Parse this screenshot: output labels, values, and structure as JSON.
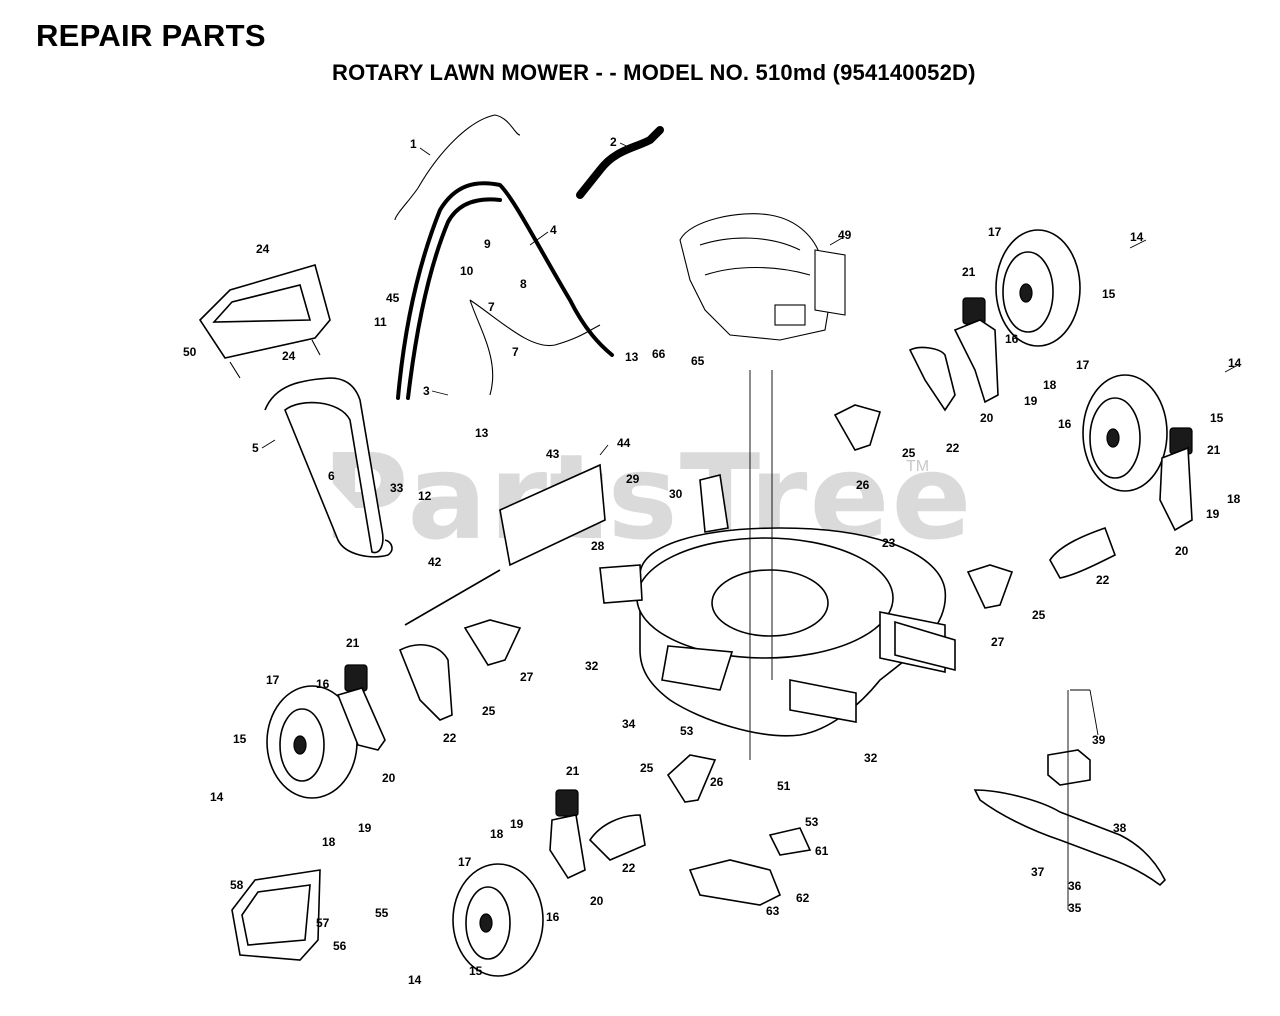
{
  "header": {
    "title": "REPAIR PARTS",
    "subtitle": "ROTARY LAWN MOWER - - MODEL NO. 510md (954140052D)"
  },
  "watermark": {
    "text": "PartsTree",
    "trademark": "TM"
  },
  "callouts": [
    {
      "id": "c1",
      "label": "1"
    },
    {
      "id": "c2",
      "label": "2"
    },
    {
      "id": "c3",
      "label": "3"
    },
    {
      "id": "c4",
      "label": "4"
    },
    {
      "id": "c5",
      "label": "5"
    },
    {
      "id": "c6",
      "label": "6"
    },
    {
      "id": "c7a",
      "label": "7"
    },
    {
      "id": "c7b",
      "label": "7"
    },
    {
      "id": "c8",
      "label": "8"
    },
    {
      "id": "c9",
      "label": "9"
    },
    {
      "id": "c10",
      "label": "10"
    },
    {
      "id": "c11",
      "label": "11"
    },
    {
      "id": "c12",
      "label": "12"
    },
    {
      "id": "c13a",
      "label": "13"
    },
    {
      "id": "c13b",
      "label": "13"
    },
    {
      "id": "c14a",
      "label": "14"
    },
    {
      "id": "c14b",
      "label": "14"
    },
    {
      "id": "c14c",
      "label": "14"
    },
    {
      "id": "c14d",
      "label": "14"
    },
    {
      "id": "c15a",
      "label": "15"
    },
    {
      "id": "c15b",
      "label": "15"
    },
    {
      "id": "c15c",
      "label": "15"
    },
    {
      "id": "c15d",
      "label": "15"
    },
    {
      "id": "c16a",
      "label": "16"
    },
    {
      "id": "c16b",
      "label": "16"
    },
    {
      "id": "c16c",
      "label": "16"
    },
    {
      "id": "c16d",
      "label": "16"
    },
    {
      "id": "c17a",
      "label": "17"
    },
    {
      "id": "c17b",
      "label": "17"
    },
    {
      "id": "c17c",
      "label": "17"
    },
    {
      "id": "c17d",
      "label": "17"
    },
    {
      "id": "c18a",
      "label": "18"
    },
    {
      "id": "c18b",
      "label": "18"
    },
    {
      "id": "c18c",
      "label": "18"
    },
    {
      "id": "c18d",
      "label": "18"
    },
    {
      "id": "c19a",
      "label": "19"
    },
    {
      "id": "c19b",
      "label": "19"
    },
    {
      "id": "c19c",
      "label": "19"
    },
    {
      "id": "c19d",
      "label": "19"
    },
    {
      "id": "c20a",
      "label": "20"
    },
    {
      "id": "c20b",
      "label": "20"
    },
    {
      "id": "c20c",
      "label": "20"
    },
    {
      "id": "c20d",
      "label": "20"
    },
    {
      "id": "c21a",
      "label": "21"
    },
    {
      "id": "c21b",
      "label": "21"
    },
    {
      "id": "c21c",
      "label": "21"
    },
    {
      "id": "c21d",
      "label": "21"
    },
    {
      "id": "c22a",
      "label": "22"
    },
    {
      "id": "c22b",
      "label": "22"
    },
    {
      "id": "c22c",
      "label": "22"
    },
    {
      "id": "c22d",
      "label": "22"
    },
    {
      "id": "c23",
      "label": "23"
    },
    {
      "id": "c24a",
      "label": "24"
    },
    {
      "id": "c24b",
      "label": "24"
    },
    {
      "id": "c25a",
      "label": "25"
    },
    {
      "id": "c25b",
      "label": "25"
    },
    {
      "id": "c25c",
      "label": "25"
    },
    {
      "id": "c25d",
      "label": "25"
    },
    {
      "id": "c26a",
      "label": "26"
    },
    {
      "id": "c26b",
      "label": "26"
    },
    {
      "id": "c27a",
      "label": "27"
    },
    {
      "id": "c27b",
      "label": "27"
    },
    {
      "id": "c28",
      "label": "28"
    },
    {
      "id": "c29",
      "label": "29"
    },
    {
      "id": "c30",
      "label": "30"
    },
    {
      "id": "c32a",
      "label": "32"
    },
    {
      "id": "c32b",
      "label": "32"
    },
    {
      "id": "c33",
      "label": "33"
    },
    {
      "id": "c34",
      "label": "34"
    },
    {
      "id": "c35",
      "label": "35"
    },
    {
      "id": "c36",
      "label": "36"
    },
    {
      "id": "c37",
      "label": "37"
    },
    {
      "id": "c38",
      "label": "38"
    },
    {
      "id": "c39",
      "label": "39"
    },
    {
      "id": "c42",
      "label": "42"
    },
    {
      "id": "c43",
      "label": "43"
    },
    {
      "id": "c44",
      "label": "44"
    },
    {
      "id": "c45",
      "label": "45"
    },
    {
      "id": "c49",
      "label": "49"
    },
    {
      "id": "c50",
      "label": "50"
    },
    {
      "id": "c51",
      "label": "51"
    },
    {
      "id": "c53a",
      "label": "53"
    },
    {
      "id": "c53b",
      "label": "53"
    },
    {
      "id": "c55",
      "label": "55"
    },
    {
      "id": "c56",
      "label": "56"
    },
    {
      "id": "c57",
      "label": "57"
    },
    {
      "id": "c58",
      "label": "58"
    },
    {
      "id": "c61",
      "label": "61"
    },
    {
      "id": "c62",
      "label": "62"
    },
    {
      "id": "c63",
      "label": "63"
    },
    {
      "id": "c65",
      "label": "65"
    },
    {
      "id": "c66",
      "label": "66"
    }
  ]
}
